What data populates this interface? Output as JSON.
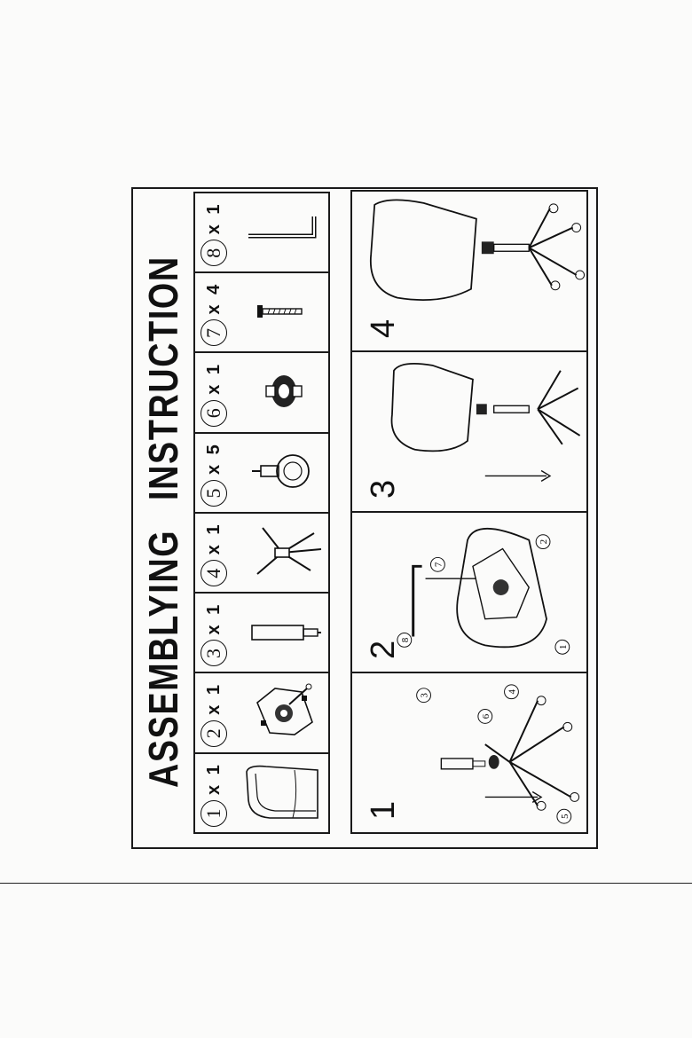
{
  "title": {
    "word1": "ASSEMBLYING",
    "word2": "INSTRUCTION"
  },
  "parts": [
    {
      "num": "1",
      "qty": "x 1",
      "icon": "seat-shell-icon"
    },
    {
      "num": "2",
      "qty": "x 1",
      "icon": "tilt-mechanism-icon"
    },
    {
      "num": "3",
      "qty": "x 1",
      "icon": "gas-lift-icon"
    },
    {
      "num": "4",
      "qty": "x 1",
      "icon": "star-base-icon"
    },
    {
      "num": "5",
      "qty": "x 5",
      "icon": "caster-wheel-icon"
    },
    {
      "num": "6",
      "qty": "x 1",
      "icon": "lift-cover-icon"
    },
    {
      "num": "7",
      "qty": "x 4",
      "icon": "screw-icon"
    },
    {
      "num": "8",
      "qty": "x 1",
      "icon": "allen-key-icon"
    }
  ],
  "steps": [
    {
      "num": "1",
      "callouts": [
        "3",
        "6",
        "4",
        "5"
      ]
    },
    {
      "num": "2",
      "callouts": [
        "8",
        "7",
        "1",
        "2"
      ]
    },
    {
      "num": "3",
      "callouts": []
    },
    {
      "num": "4",
      "callouts": []
    }
  ]
}
